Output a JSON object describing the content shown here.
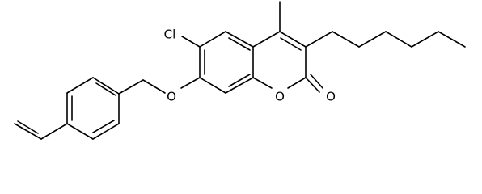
{
  "molecule": {
    "atoms": {
      "chlorine": "Cl",
      "ether_oxygen": "O",
      "ring_oxygen": "O",
      "carbonyl_oxygen": "O"
    }
  },
  "colors": {
    "bond": "#000000",
    "background": "#ffffff"
  }
}
